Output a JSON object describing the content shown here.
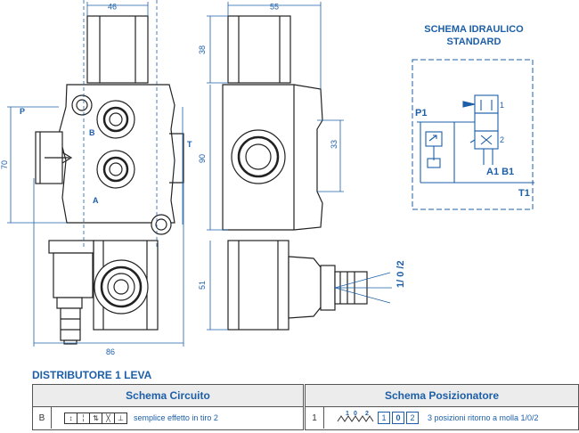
{
  "dimensions": {
    "front_width": "46",
    "side_width": "55",
    "section_height": "38",
    "body_height": "90",
    "port_offset": "33",
    "lever_section_height": "51",
    "side_body_height": "70",
    "overall_width": "86"
  },
  "labels": {
    "port_p": "P",
    "port_t": "T",
    "port_b": "B",
    "port_a": "A",
    "lever_positions": "1/ 0 /2"
  },
  "hydraulic_schema": {
    "title_line1": "SCHEMA IDRAULICO",
    "title_line2": "STANDARD",
    "label_p1": "P1",
    "label_a1b1": "A1 B1",
    "label_t1": "T1",
    "spool_pos_1": "1",
    "spool_pos_2": "2"
  },
  "table": {
    "title": "DISTRIBUTORE 1 LEVA",
    "circuit_header": "Schema Circuito",
    "positioner_header": "Schema Posizionatore",
    "circuit_code": "B",
    "circuit_desc": "semplice effetto in tiro 2",
    "positioner_code": "1",
    "positioner_numbers": [
      "1",
      "0",
      "2"
    ],
    "positioner_desc": "3 posizioni ritorno a molla 1/0/2"
  },
  "colors": {
    "dimension_blue": "#1c5fa8",
    "line_black": "#222222",
    "header_gray": "#ececec"
  }
}
